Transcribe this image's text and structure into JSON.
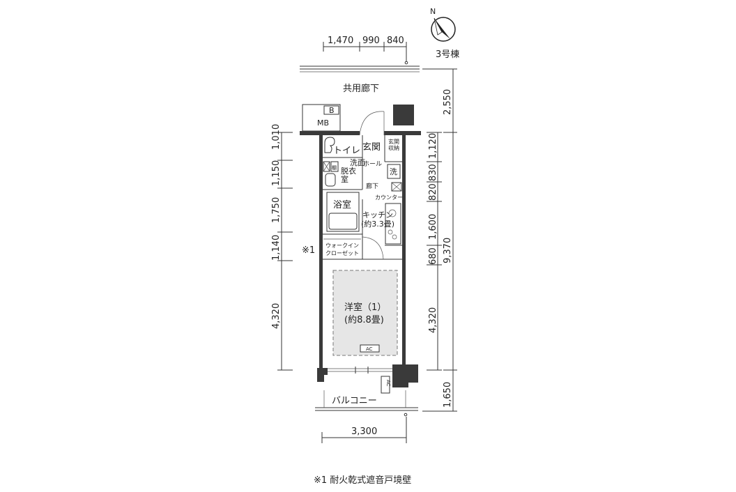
{
  "compass": {
    "north_label": "N",
    "building": "3号棟"
  },
  "dims_top": [
    "1,470",
    "990",
    "840"
  ],
  "dims_left": [
    "1,010",
    "1,150",
    "1,750",
    "1,140",
    "4,320"
  ],
  "dims_right_inner": [
    "1,120",
    "830",
    "820",
    "1,600",
    "680",
    "4,320"
  ],
  "dims_right_outer": [
    "2,550",
    "9,370",
    "1,650"
  ],
  "dim_bottom": "3,300",
  "rooms": {
    "corridor": "共用廊下",
    "mb": "MB",
    "mb_box": "B",
    "toilet": "トイレ",
    "genkan": "玄関",
    "genkan_storage_1": "玄関",
    "genkan_storage_2": "収納",
    "wash_1": "洗面",
    "wash_2": "脱衣",
    "wash_3": "室",
    "hall": "ホール",
    "laundry": "洗",
    "hallway": "廊下",
    "counter": "カウンター",
    "bath": "浴室",
    "kitchen_1": "キッチン",
    "kitchen_2": "(約3.3畳)",
    "wic_1": "ウォークイン",
    "wic_2": "クローゼット",
    "western_1": "洋室（1）",
    "western_2": "(約8.8畳)",
    "ac": "AC",
    "ac_outdoor": "AC",
    "shelf": "棚",
    "balcony": "バルコニー"
  },
  "note_marker": "※1",
  "footnote": "※1 耐火乾式遮音戸境壁"
}
